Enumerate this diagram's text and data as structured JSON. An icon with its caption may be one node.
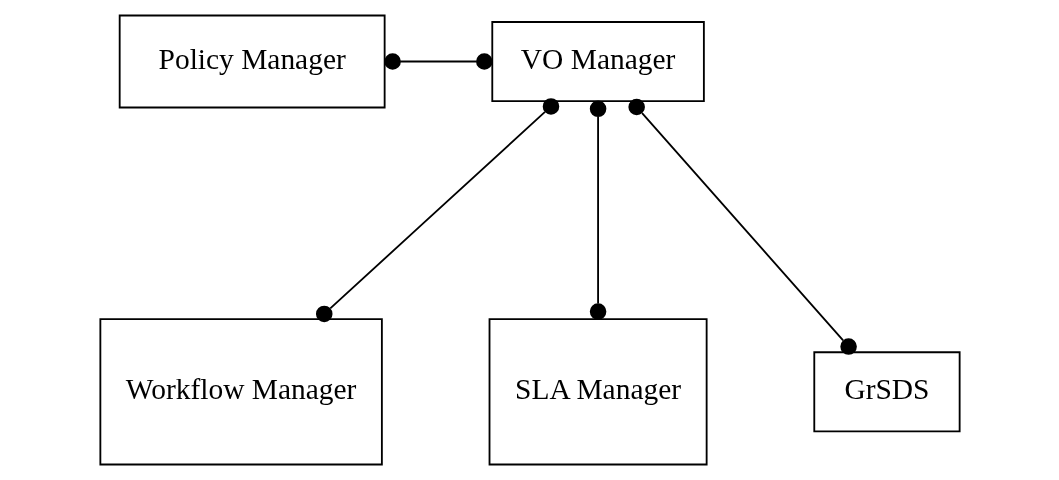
{
  "diagram": {
    "nodes": [
      {
        "text": [
          "Policy Manager"
        ]
      },
      {
        "text": [
          "VO Manager"
        ]
      },
      {
        "text": [
          "Workflow Manager"
        ]
      },
      {
        "text": [
          "SLA Manager"
        ]
      },
      {
        "text": [
          "GrSDS"
        ]
      }
    ],
    "edges": [
      {
        "from": 0,
        "to": 1,
        "arrow": "other"
      },
      {
        "from": 1,
        "to": 2,
        "arrow": "other"
      },
      {
        "from": 1,
        "to": 3,
        "arrow": "other"
      },
      {
        "from": 1,
        "to": 4,
        "arrow": "other"
      }
    ]
  }
}
